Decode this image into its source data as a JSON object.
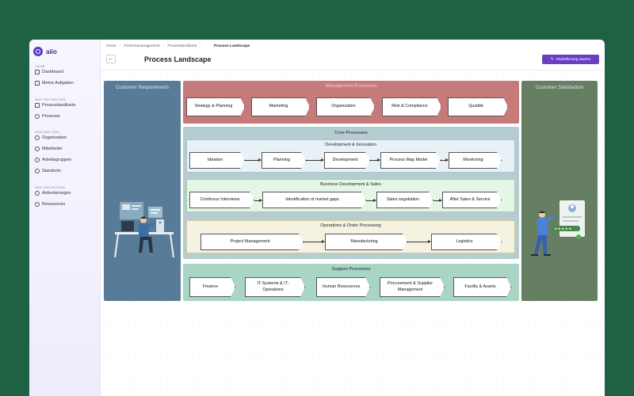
{
  "app": {
    "logo_text": "aiio"
  },
  "sidebar": {
    "sections": [
      {
        "label": "HOME",
        "items": [
          {
            "label": "Dashboard",
            "icon": "home-icon"
          },
          {
            "label": "Meine Aufgaben",
            "icon": "tasks-icon"
          }
        ]
      },
      {
        "label": "WAS WIR MACHEN",
        "items": [
          {
            "label": "Prozesslandkarte",
            "icon": "map-icon"
          },
          {
            "label": "Prozesse",
            "icon": "process-icon"
          }
        ]
      },
      {
        "label": "WER WIR SIND",
        "items": [
          {
            "label": "Organisation",
            "icon": "org-icon"
          },
          {
            "label": "Mitarbeiter",
            "icon": "user-icon"
          },
          {
            "label": "Arbeitsgruppen",
            "icon": "group-icon"
          },
          {
            "label": "Standorte",
            "icon": "location-icon"
          }
        ]
      },
      {
        "label": "WAS WIR NUTZEN",
        "items": [
          {
            "label": "Anforderungen",
            "icon": "requirements-icon"
          },
          {
            "label": "Ressourcen",
            "icon": "resources-icon"
          }
        ]
      }
    ]
  },
  "breadcrumb": [
    "Home",
    "Prozessmanagement",
    "Prozesslandkarte"
  ],
  "breadcrumb_current": "Process Landscape",
  "page": {
    "title": "Process Landscape",
    "back_label": "←",
    "model_button": "Modellierung starten"
  },
  "map": {
    "left_title": "Customer Requirements",
    "right_title": "Customer Satisfaction",
    "management": {
      "title": "Management Processes",
      "steps": [
        "Strategy & Planning",
        "Marketing",
        "Organization",
        "Risk & Compliance",
        "Qualität"
      ]
    },
    "core": {
      "title": "Core Processes",
      "development": {
        "title": "Development & Innovation",
        "steps": [
          "Ideation",
          "Planning",
          "Development",
          "Process Map Model",
          "Monitoring"
        ]
      },
      "business": {
        "title": "Business Development & Sales",
        "steps": [
          "Continous Interviews",
          "Identification of market gaps",
          "Sales negotiation",
          "After Sales & Service"
        ]
      },
      "operations": {
        "title": "Operations & Order Processing",
        "steps": [
          "Project Management",
          "Manufacturing",
          "Logistics"
        ]
      }
    },
    "support": {
      "title": "Support Processes",
      "steps": [
        "Finance",
        "IT-Systeme & IT-Operations",
        "Human Ressources",
        "Procurement & Supplier Management",
        "Facility & Assets"
      ]
    }
  },
  "colors": {
    "accent": "#6b3fc2",
    "management": "#c67b7a",
    "core": "#b5cdd1",
    "support": "#a8d5c4",
    "left": "#587b98",
    "right": "#667f62"
  }
}
